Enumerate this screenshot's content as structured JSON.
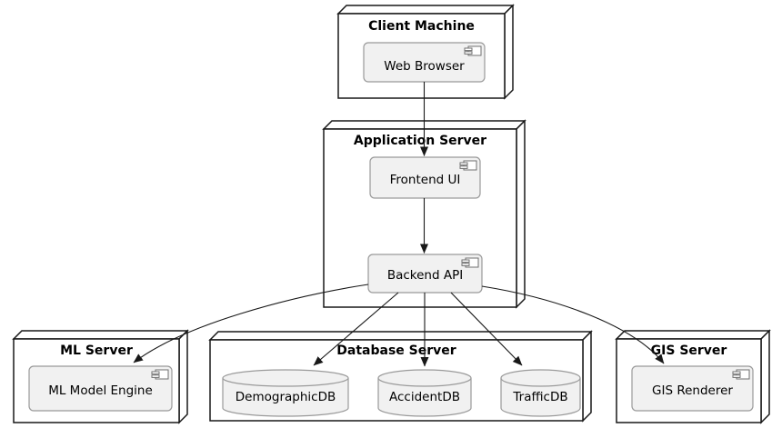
{
  "diagram": {
    "kind": "UML deployment diagram",
    "background": "#FFFFFF",
    "colors": {
      "node_border": "#181818",
      "node_fill": "#FFFFFF",
      "component_fill": "#F1F1F1",
      "component_border": "#9A9A9A",
      "edge": "#181818",
      "text": "#000000"
    },
    "nodes": [
      {
        "title": "Client Machine",
        "components": [
          {
            "label": "Web Browser",
            "type": "component"
          }
        ]
      },
      {
        "title": "Application Server",
        "components": [
          {
            "label": "Frontend UI",
            "type": "component"
          },
          {
            "label": "Backend API",
            "type": "component"
          }
        ]
      },
      {
        "title": "ML Server",
        "components": [
          {
            "label": "ML Model Engine",
            "type": "component"
          }
        ]
      },
      {
        "title": "Database Server",
        "components": [
          {
            "label": "DemographicDB",
            "type": "database"
          },
          {
            "label": "AccidentDB",
            "type": "database"
          },
          {
            "label": "TrafficDB",
            "type": "database"
          }
        ]
      },
      {
        "title": "GIS Server",
        "components": [
          {
            "label": "GIS Renderer",
            "type": "component"
          }
        ]
      }
    ],
    "edges": [
      {
        "from": "Web Browser",
        "to": "Frontend UI"
      },
      {
        "from": "Frontend UI",
        "to": "Backend API"
      },
      {
        "from": "Backend API",
        "to": "ML Model Engine"
      },
      {
        "from": "Backend API",
        "to": "DemographicDB"
      },
      {
        "from": "Backend API",
        "to": "AccidentDB"
      },
      {
        "from": "Backend API",
        "to": "TrafficDB"
      },
      {
        "from": "Backend API",
        "to": "GIS Renderer"
      }
    ]
  }
}
